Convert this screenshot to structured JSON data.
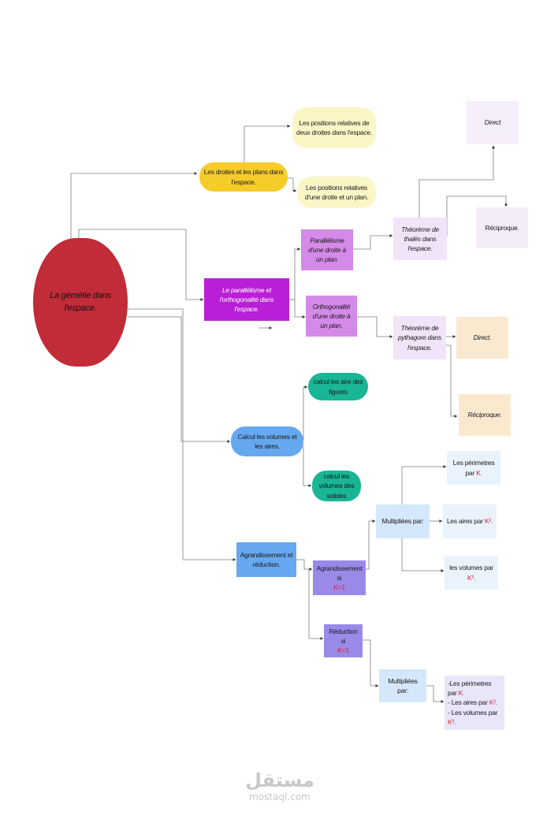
{
  "colors": {
    "root": "#c22b38",
    "yellow": "#f6cc2a",
    "pale_yellow": "#fbf6c6",
    "magenta": "#b91fd6",
    "violet": "#d48ae8",
    "lavender": "#f1e4f8",
    "peach": "#fbe9cf",
    "blue": "#65a8ef",
    "green": "#19b595",
    "periwinkle": "#9b89ea",
    "light_blue": "#d5e7fa",
    "very_light_blue": "#eaf3fc",
    "line": "#7d7d7d"
  },
  "root": {
    "label": "La gémétie dans l'espace."
  },
  "branch1": {
    "label": "Les droites et les plans dans l'espace.",
    "children": [
      "Les positions relatives de deux droites dans l'espace.",
      "Les positions relatives d'une droite et un plan."
    ]
  },
  "branch2": {
    "label": "Le parallélisme et l'orthogonalité dans l'espace.",
    "parallel": "Parallélisme d'une droite à un plan.",
    "thales": "Théorème de thalès dans l'espace.",
    "thales_direct": "Direct",
    "thales_reciprocal": "Réciproque.",
    "orthogonal": "Orthogonalité d'une droite à un plan.",
    "pythagore": "Théorème de pythagore dans l'espace.",
    "pythagore_direct": "Direct.",
    "pythagore_reciprocal": "Réciproque."
  },
  "branch3": {
    "label": "Calcul les volumes et les aires.",
    "areas": "calcul les aire des figures",
    "volumes": "calcul les volumes des solides"
  },
  "branch4": {
    "label": "Agrandissement et réduction.",
    "enlarge_text": "Agrandissement si",
    "enlarge_cond": "K>1",
    "enlarge_mult": "Multipliées par:",
    "enlarge_results": [
      {
        "text": "Les périmetres par ",
        "factor": "K."
      },
      {
        "text": "Les aires par ",
        "factor": "K²."
      },
      {
        "text": "les volumes par ",
        "factor": "K³."
      }
    ],
    "reduce_text": "Réduction si",
    "reduce_cond": "K<1",
    "reduce_mult": "Multipliées par:",
    "reduce_results": [
      {
        "text": "-Les périmetres par ",
        "factor": "K."
      },
      {
        "text": "- Les aires par ",
        "factor": "K²."
      },
      {
        "text": "- Les volumes par ",
        "factor": "K³."
      }
    ]
  },
  "watermark": {
    "logo": "مستقل",
    "url": "mostaql.com"
  }
}
